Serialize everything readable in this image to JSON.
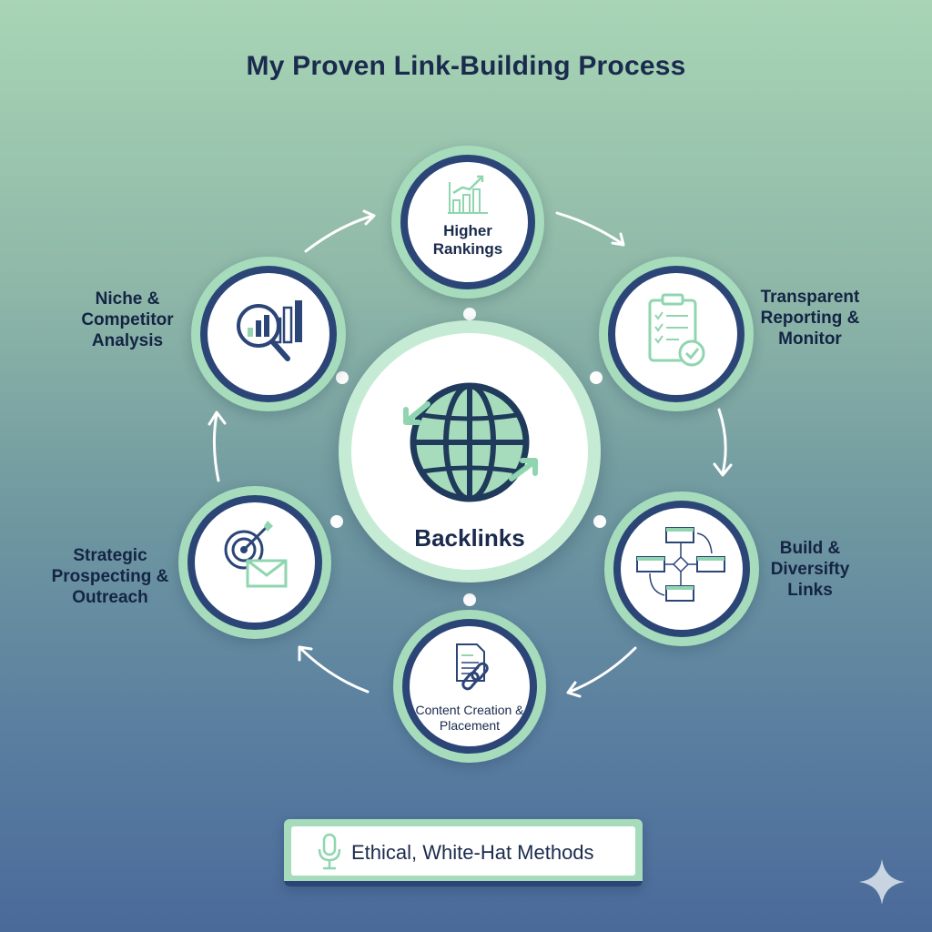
{
  "title": "My Proven Link-Building Process",
  "center": {
    "label": "Backlinks",
    "icon": "globe-icon"
  },
  "nodes": {
    "higher_rankings": {
      "label": "Higher Rankings",
      "icon": "bar-chart-growth-icon"
    },
    "transparent_reporting": {
      "label": "Transparent Reporting & Monitor",
      "icon": "clipboard-check-icon"
    },
    "build_diversify": {
      "label": "Build & Diversifty Links",
      "icon": "link-network-icon"
    },
    "content_creation": {
      "label": "Content Creation & Placement",
      "icon": "document-link-icon"
    },
    "strategic_prospecting": {
      "label": "Strategic Prospecting & Outreach",
      "icon": "target-envelope-icon"
    },
    "niche_analysis": {
      "label": "Niche & Competitor Analysis",
      "icon": "magnifier-chart-icon"
    }
  },
  "footer": {
    "label": "Ethical, White-Hat Methods",
    "icon": "microphone-icon"
  },
  "colors": {
    "navy": "#2c4577",
    "mint": "#a6dcbc",
    "text": "#1a2b4d"
  }
}
